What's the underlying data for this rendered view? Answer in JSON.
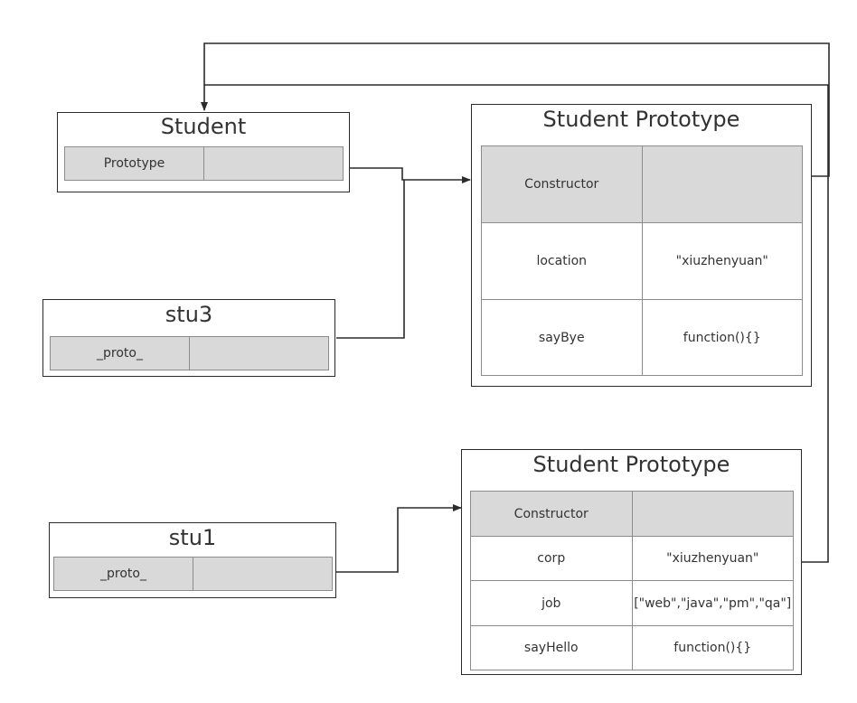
{
  "student": {
    "title": "Student",
    "field_label": "Prototype",
    "field_value": ""
  },
  "stu3": {
    "title": "stu3",
    "field_label": "_proto_",
    "field_value": ""
  },
  "stu1": {
    "title": "stu1",
    "field_label": "_proto_",
    "field_value": ""
  },
  "prototype_top": {
    "title": "Student Prototype",
    "rows": [
      {
        "key": "Constructor",
        "value": ""
      },
      {
        "key": "location",
        "value": "\"xiuzhenyuan\""
      },
      {
        "key": "sayBye",
        "value": "function(){}"
      }
    ]
  },
  "prototype_bottom": {
    "title": "Student Prototype",
    "rows": [
      {
        "key": "Constructor",
        "value": ""
      },
      {
        "key": "corp",
        "value": "\"xiuzhenyuan\""
      },
      {
        "key": "job",
        "value": "[\"web\",\"java\",\"pm\",\"qa\"]"
      },
      {
        "key": "sayHello",
        "value": "function(){}"
      }
    ]
  },
  "colors": {
    "outline": "#2b2b2b",
    "cell_fill": "#d9d9d9",
    "cell_border": "#8c8c8c",
    "text": "#333333"
  }
}
